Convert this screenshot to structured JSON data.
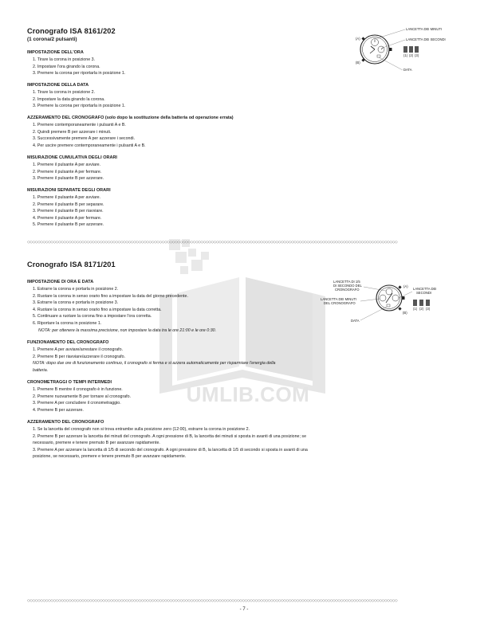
{
  "cal8161": {
    "title": "Cronografo ISA 8161/202",
    "subtitle": "(1 corona/2 pulsanti)",
    "diagram": {
      "label_minutes": "LANCETTA DEI MINUTI",
      "label_seconds": "LANCETTA DEI SECONDI",
      "label_a": "(A)",
      "label_b": "(B)",
      "label_date": "DATA",
      "pos1": "(1)",
      "pos2": "(2)",
      "pos3": "(3)"
    },
    "sections": [
      {
        "title": "IMPOSTAZIONE DELL'ORA",
        "items": [
          "1. Tirare la corona in posizione 3.",
          "2. Impostare l'ora girando la corona.",
          "3. Premere la corona per riportarla in posizione 1."
        ]
      },
      {
        "title": "IMPOSTAZIONE DELLA DATA",
        "items": [
          "1. Tirare la corona in posizione 2.",
          "2. Impostare la data girando la corona.",
          "3. Premere la corona per riportarla in posizione 1."
        ]
      },
      {
        "title": "AZZERAMENTO DEL CRONOGRAFO (solo dopo la sostituzione della batteria od operazione errata)",
        "items": [
          "1. Premere contemporaneamente i pulsanti A e B.",
          "2. Quindi premere B per azzerare i minuti.",
          "3. Successivamente premere A per azzerare i secondi.",
          "4. Per uscire premere contemporaneamente i pulsanti A e B."
        ]
      },
      {
        "title": "MISURAZIONE CUMULATIVA DEGLI ORARI",
        "items": [
          "1. Premere il pulsante A per avviare.",
          "2. Premere il pulsante A per fermare.",
          "3. Premere il pulsante B per azzerare."
        ]
      },
      {
        "title": "MISURAZIONI SEPARATE DEGLI ORARI",
        "items": [
          "1. Premere il pulsante A per avviare.",
          "2. Premere il pulsante B per separare.",
          "3. Premere il pulsante B per riavviare.",
          "4. Premere il pulsante A per fermare.",
          "5. Premere il pulsante B per azzerare."
        ]
      }
    ]
  },
  "cal8171": {
    "title": "Cronografo ISA 8171/201",
    "diagram": {
      "label_sec_cron_1": "LANCETTA DI 1/5",
      "label_sec_cron_2": "DI SECONDO DEL",
      "label_sec_cron_3": "CRONOGRAFO",
      "label_min_cron_1": "LANCETTA DEI MINUTI",
      "label_min_cron_2": "DEL CRONOGRAFO",
      "label_seconds_1": "LANCETTA DEI",
      "label_seconds_2": "SECONDI",
      "label_a": "(A)",
      "label_b": "(B)",
      "label_date": "DATA",
      "pos1": "(1)",
      "pos2": "(2)",
      "pos3": "(3)"
    },
    "sections": [
      {
        "title": "IMPOSTAZIONE DI ORA E DATA",
        "items": [
          "1. Estrarre la corona e portarla in posizione 2.",
          "2. Ruotare la corona in senso orario fino a impostare la data del giorno precedente.",
          "3. Estrarre la corona e portarla in posizione 3.",
          "4. Ruotare la corona in senso orario fino a impostare la data corretta.",
          "5. Continuare a ruotare la corona fino a impostare l'ora corretta.",
          "6. Riportare la corona in posizione 1."
        ],
        "note": "NOTA: per ottenere la massima precisione, non impostare la data tra le ore 21:00 e le ore 0:30."
      },
      {
        "title": "FUNZIONAMENTO DEL CRONOGRAFO",
        "items": [
          "1. Premere A per avviare/arrestare il cronografo.",
          "2. Premere B per riavviare/azzerare il cronografo."
        ],
        "note": "NOTA: dopo due ore di funzionamento continuo, il cronografo si ferma e si azzera automaticamente per risparmiare l'energia della batteria."
      },
      {
        "title": "CRONOMETRAGGI O TEMPI INTERMEDI",
        "items": [
          "1. Premere B mentre il cronografo è in funzione.",
          "2. Premere nuovamente B per tornare al cronografo.",
          "3. Premere A per concludere il cronometraggio.",
          "4. Premere B per azzerare."
        ]
      },
      {
        "title": "AZZERAMENTO DEL CRONOGRAFO",
        "items": [
          "1. Se la lancetta del cronografo non si trova entrambe sulla posizione zero (12:00), estrarre la corona in posizione 2.",
          "2. Premere B per azzerare la lancetta dei minuti del cronografo. A ogni pressione di B, la lancetta dei minuti si sposta in avanti di una posizione; se necessario, premere e tenere premuto B per avanzare rapidamente.",
          "3. Premere A per azzerare la lancetta di 1/5 di secondo del cronografo. A ogni pressione di B, la lancetta di 1/5 di secondo si sposta in avanti di una posizione, se necessario, premere e tenere premuto B per avanzare rapidamente."
        ]
      }
    ]
  },
  "watermark": {
    "text": "UMLIB.COM"
  },
  "page_number": "- 7 -",
  "divider_text": "◇◇◇◇◇◇◇◇◇◇◇◇◇◇◇◇◇◇◇◇◇◇◇◇◇◇◇◇◇◇◇◇◇◇◇◇◇◇◇◇◇◇◇◇◇◇◇◇◇◇◇◇◇◇◇◇◇◇◇◇◇◇◇◇◇◇◇◇◇◇◇◇◇◇◇◇◇◇◇◇◇◇◇◇◇◇◇◇◇◇◇◇◇◇◇◇◇◇◇◇◇◇◇◇◇◇◇◇◇◇◇◇◇◇◇◇◇◇◇◇◇◇◇◇◇◇◇◇◇◇◇◇◇◇◇◇◇◇◇◇◇◇◇"
}
